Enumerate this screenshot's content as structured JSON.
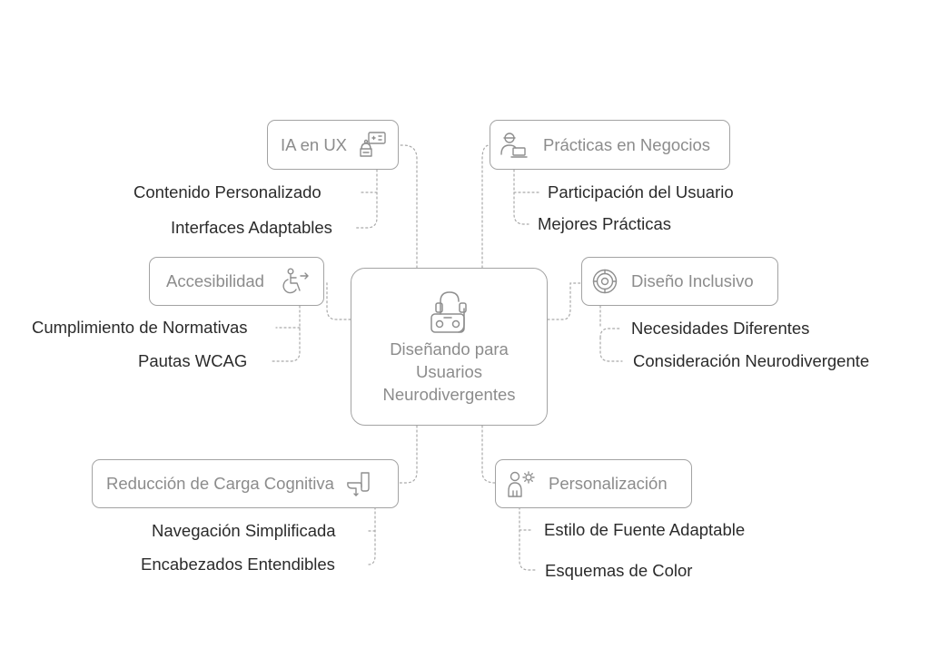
{
  "center": {
    "lines": [
      "Diseñando para",
      "Usuarios",
      "Neurodivergentes"
    ],
    "icon": "vr-headset-icon"
  },
  "branches": [
    {
      "title": "IA en UX",
      "icon": "ai-interface-icon",
      "items": [
        "Contenido Personalizado",
        "Interfaces Adaptables"
      ]
    },
    {
      "title": "Accesibilidad",
      "icon": "wheelchair-icon",
      "items": [
        "Cumplimiento de Normativas",
        "Pautas WCAG"
      ]
    },
    {
      "title": "Reducción de Carga Cognitiva",
      "icon": "simplify-icon",
      "items": [
        "Navegación Simplificada",
        "Encabezados Entendibles"
      ]
    },
    {
      "title": "Prácticas en Negocios",
      "icon": "business-person-icon",
      "items": [
        "Participación del Usuario",
        "Mejores Prácticas"
      ]
    },
    {
      "title": "Diseño Inclusivo",
      "icon": "inclusive-target-icon",
      "items": [
        "Necesidades Diferentes",
        "Consideración Neurodivergente"
      ]
    },
    {
      "title": "Personalización",
      "icon": "person-settings-icon",
      "items": [
        "Estilo de Fuente Adaptable",
        "Esquemas de Color"
      ]
    }
  ],
  "colors": {
    "border": "#a3a3a3",
    "title": "#8c8c8c",
    "leaf": "#2b2b2b",
    "connector": "#a9a9a9"
  }
}
